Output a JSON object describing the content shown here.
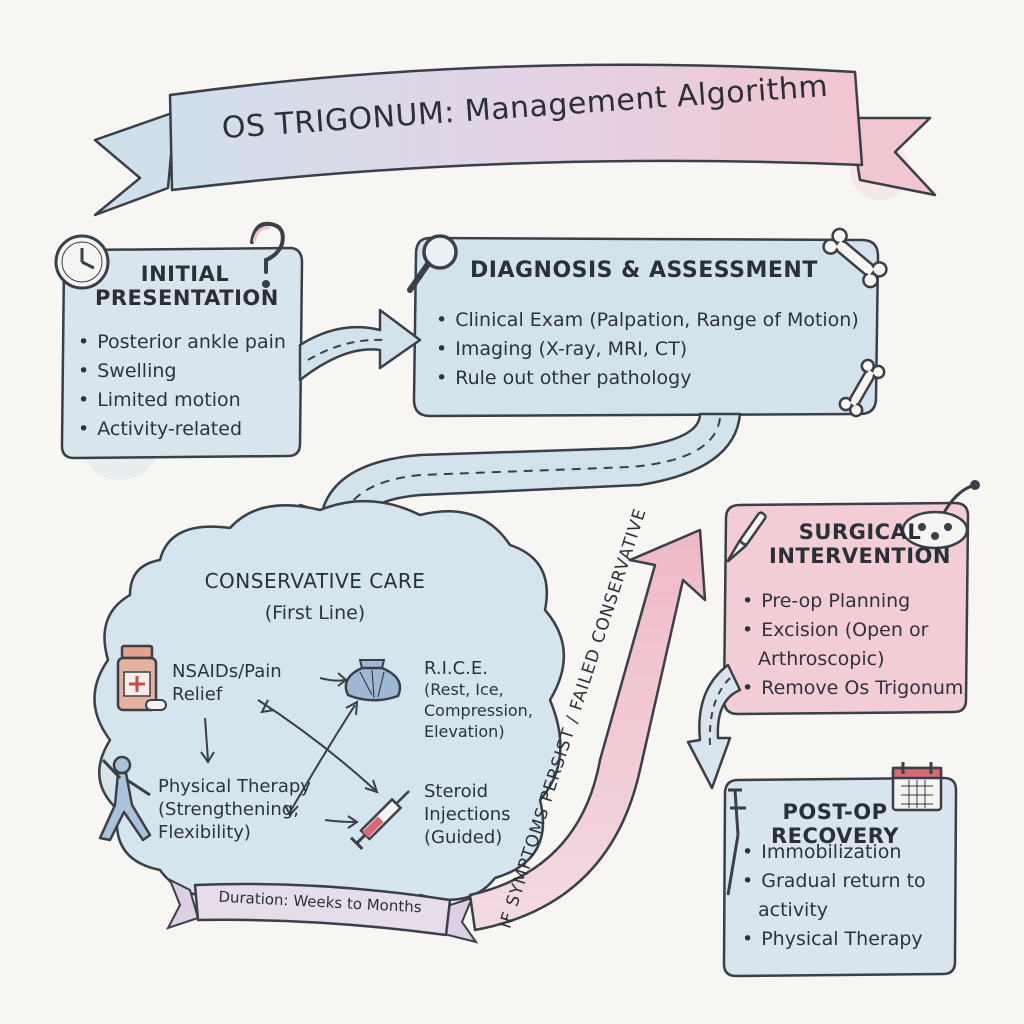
{
  "title": "OS TRIGONUM: Management Algorithm",
  "initial_presentation": {
    "title_line1": "INITIAL",
    "title_line2": "PRESENTATION",
    "items": [
      "Posterior ankle pain",
      "Swelling",
      "Limited motion",
      "Activity-related"
    ]
  },
  "diagnosis": {
    "title": "DIAGNOSIS & ASSESSMENT",
    "items": [
      "Clinical Exam (Palpation, Range of Motion)",
      "Imaging (X-ray, MRI, CT)",
      "Rule out other pathology"
    ]
  },
  "conservative": {
    "title": "CONSERVATIVE CARE",
    "subtitle": "(First Line)",
    "nsaids": [
      "NSAIDs/Pain",
      "Relief"
    ],
    "rice": [
      "R.I.C.E.",
      "(Rest, Ice,",
      "Compression,",
      "Elevation)"
    ],
    "pt": [
      "Physical Therapy",
      "(Strengthening,",
      "Flexibility)"
    ],
    "steroid": [
      "Steroid",
      "Injections",
      "(Guided)"
    ],
    "duration": "Duration: Weeks to Months"
  },
  "escalation_label": "IF SYMPTOMS PERSIST / FAILED CONSERVATIVE",
  "surgical": {
    "title_line1": "SURGICAL",
    "title_line2": "INTERVENTION",
    "items": [
      "Pre-op Planning",
      "Excision (Open or",
      "Arthroscopic)",
      "Remove Os Trigonum"
    ]
  },
  "postop": {
    "title_line1": "POST-OP",
    "title_line2": "RECOVERY",
    "items": [
      "Immobilization",
      "Gradual return to",
      "activity",
      "Physical Therapy"
    ]
  },
  "colors": {
    "blue": "#d3e3ec",
    "pink": "#f2cdd5",
    "ink": "#2f3540",
    "purple": "#d9cde4"
  },
  "icons": [
    "clock-icon",
    "question-mark-icon",
    "magnifier-icon",
    "bone-icon",
    "pill-bottle-icon",
    "ice-pack-icon",
    "yoga-figure-icon",
    "syringe-icon",
    "scalpel-icon",
    "surgical-lamp-icon",
    "crutch-icon",
    "calendar-icon"
  ]
}
